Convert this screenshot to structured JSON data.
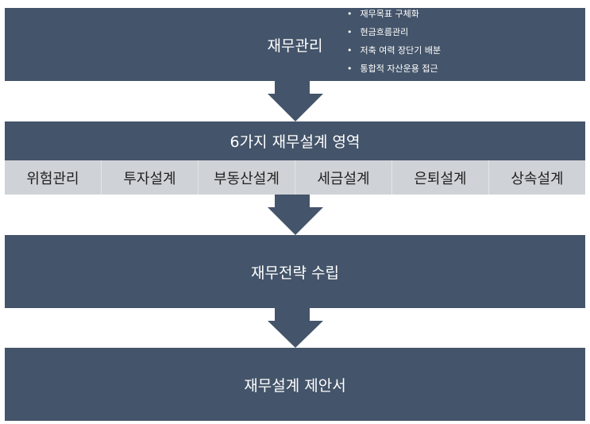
{
  "box1": {
    "title": "재무관리",
    "bullets": [
      "재무목표 구체화",
      "현금흐름관리",
      "저축 여력 장단기 배분",
      "통합적 자산운용 접근"
    ]
  },
  "box2": {
    "title": "6가지 재무설계 영역",
    "areas": [
      "위험관리",
      "투자설계",
      "부동산설계",
      "세금설계",
      "은퇴설계",
      "상속설계"
    ]
  },
  "box3": {
    "title": "재무전략 수립"
  },
  "box4": {
    "title": "재무설계 제안서"
  },
  "colors": {
    "dark": "#44546a",
    "light": "#cfd2d6"
  }
}
